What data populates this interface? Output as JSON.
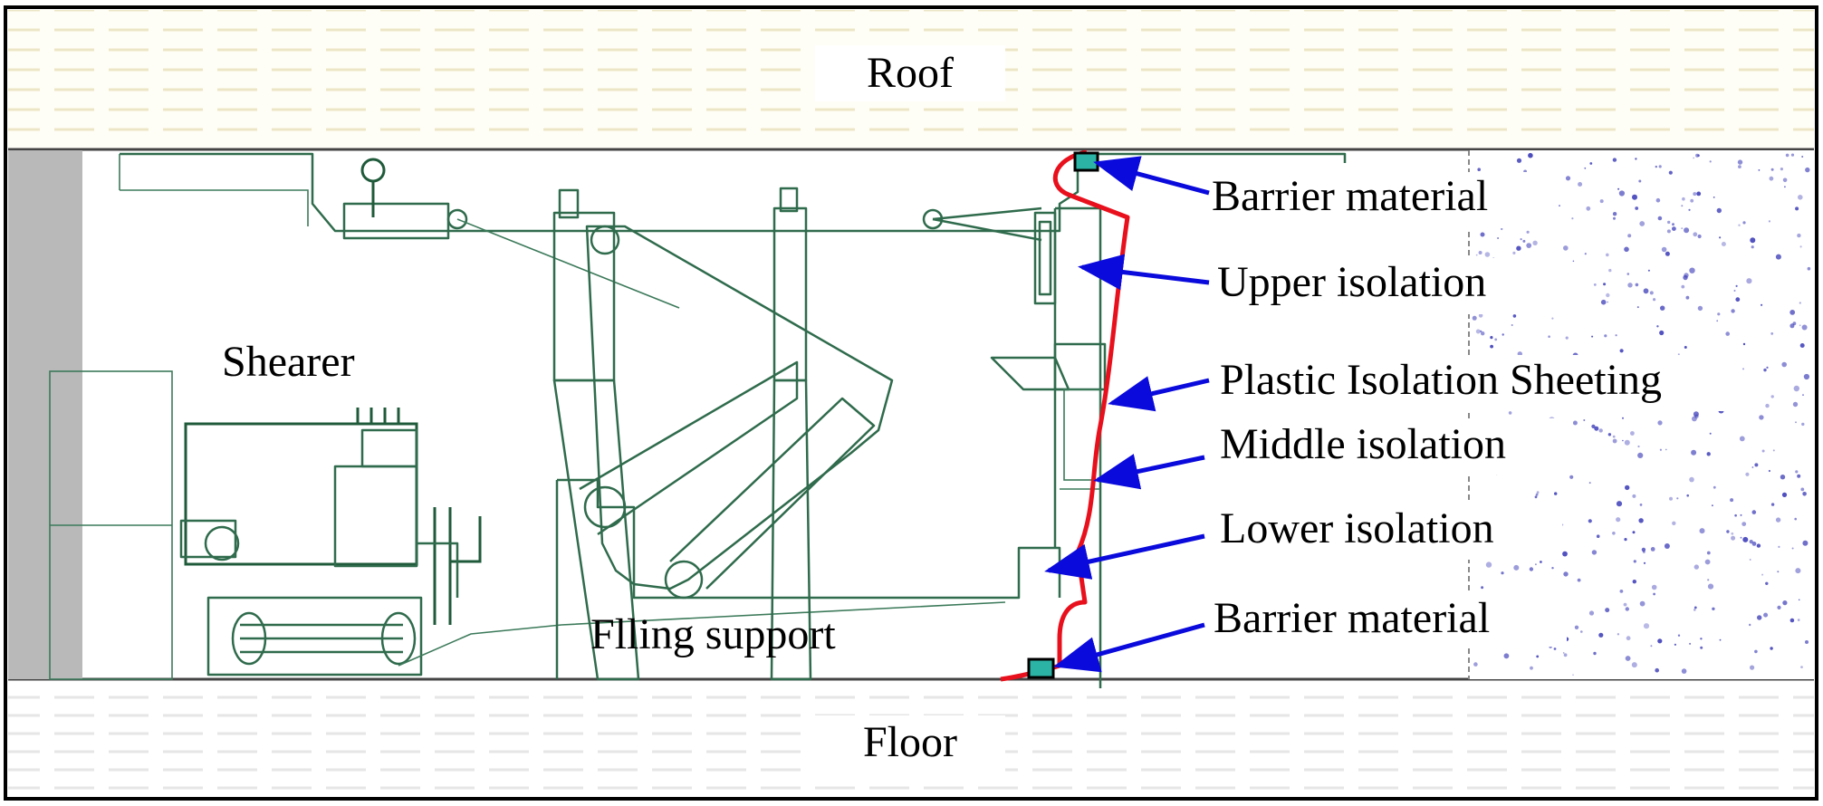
{
  "labels": {
    "roof": "Roof",
    "floor": "Floor",
    "shearer": "Shearer",
    "filling_support": "Flling support",
    "barrier_top": "Barrier material",
    "upper_isolation": "Upper isolation",
    "plastic_sheeting": "Plastic Isolation Sheeting",
    "middle_isolation": "Middle isolation",
    "lower_isolation": "Lower isolation",
    "barrier_bottom": "Barrier material"
  },
  "colors": {
    "arrow": "#0a0adc",
    "sheeting": "#e8101c",
    "barrier": "#2bb3a5",
    "equipment": "#2f6b4c",
    "strata_line": "#e4dfc4",
    "coal_wall": "#b9b9b9",
    "fill_dots": "#3a3ab8"
  }
}
